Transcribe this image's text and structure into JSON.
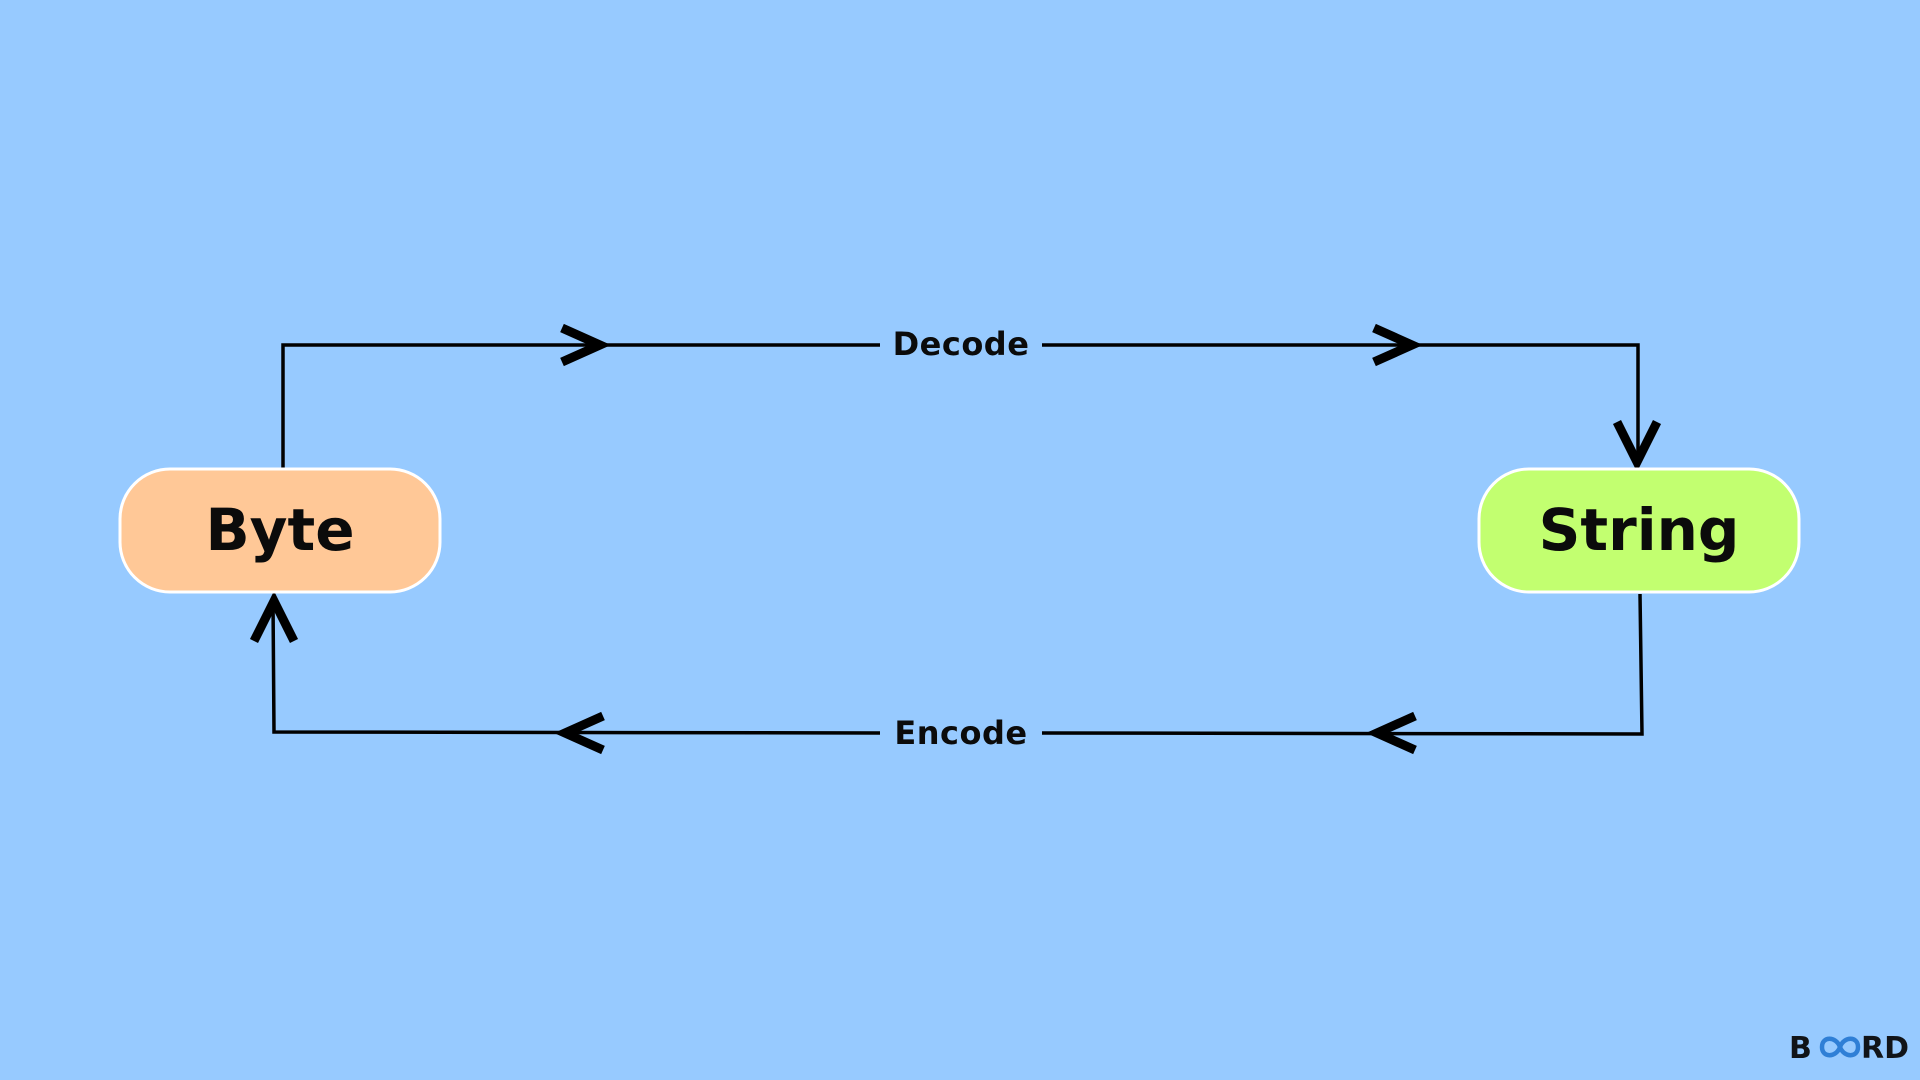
{
  "nodes": {
    "byte": {
      "label": "Byte",
      "fill": "#ffc897"
    },
    "string": {
      "label": "String",
      "fill": "#c2ff70"
    }
  },
  "edges": {
    "decode": {
      "label": "Decode",
      "from": "Byte",
      "to": "String"
    },
    "encode": {
      "label": "Encode",
      "from": "String",
      "to": "Byte"
    }
  },
  "brand": {
    "text_left": "B",
    "text_right": "RD",
    "icon": "infinity-loop-icon",
    "icon_color": "#2f7fd6"
  },
  "colors": {
    "background": "#97caff",
    "line": "#000000",
    "node_border": "#ffffff"
  }
}
